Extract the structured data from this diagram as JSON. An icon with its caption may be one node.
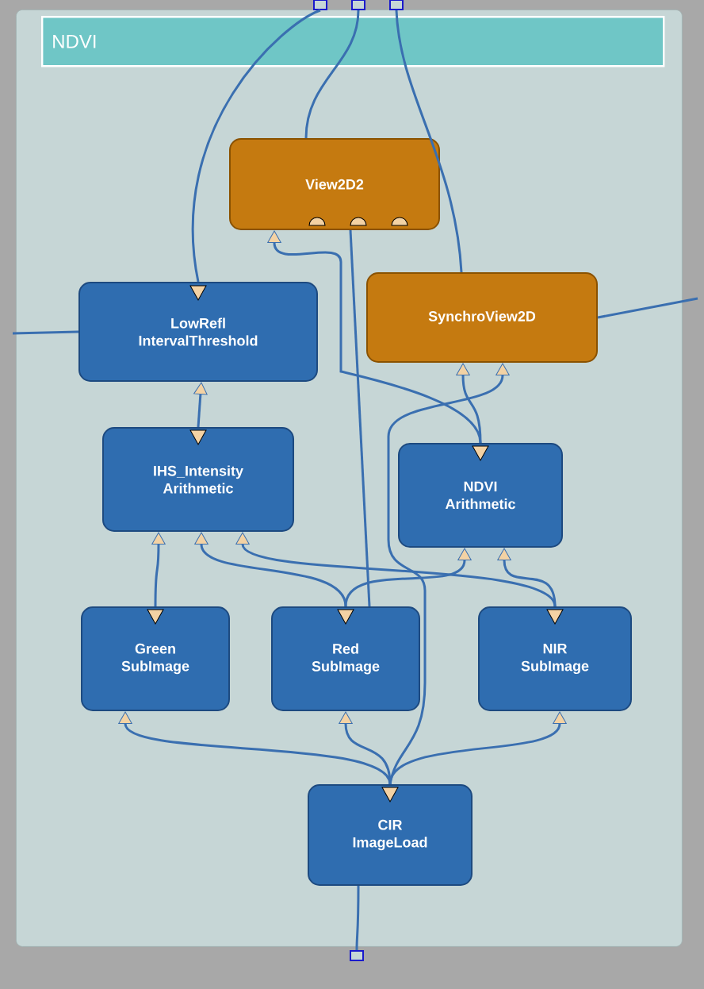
{
  "diagram": {
    "nodes": [
      {
        "text": [
          "NDVI"
        ]
      },
      {
        "text": [
          "View2D2"
        ],
        "in": 0
      },
      {
        "text": [
          "LowRefl IntervalThreshold"
        ],
        "in": 0
      },
      {
        "text": [
          "SynchroView2D"
        ],
        "in": 0
      },
      {
        "text": [
          "IHS_Intensity Arithmetic"
        ],
        "in": 0
      },
      {
        "text": [
          "NDVI Arithmetic"
        ],
        "in": 0
      },
      {
        "text": [
          "Green SubImage"
        ],
        "in": 0
      },
      {
        "text": [
          "Red SubImage"
        ],
        "in": 0
      },
      {
        "text": [
          "NIR SubImage"
        ],
        "in": 0
      },
      {
        "text": [
          "CIR ImageLoad"
        ],
        "in": 0
      },
      {
        "text": [],
        "shape": "box"
      },
      {
        "text": [],
        "shape": "box"
      },
      {
        "text": [],
        "shape": "box"
      },
      {
        "text": [],
        "shape": "box"
      }
    ],
    "edges": [
      {
        "from": 9,
        "to": 6,
        "arrow": "to"
      },
      {
        "from": 9,
        "to": 7,
        "arrow": "to"
      },
      {
        "from": 9,
        "to": 8,
        "arrow": "to"
      },
      {
        "from": 6,
        "to": 4,
        "arrow": "to"
      },
      {
        "from": 7,
        "to": 4,
        "arrow": "to"
      },
      {
        "from": 8,
        "to": 4,
        "arrow": "to"
      },
      {
        "from": 7,
        "to": 5,
        "arrow": "to"
      },
      {
        "from": 8,
        "to": 5,
        "arrow": "to"
      },
      {
        "from": 4,
        "to": 2,
        "arrow": "to"
      },
      {
        "from": 2,
        "to": 10,
        "arrow": "none"
      },
      {
        "from": 5,
        "to": 1,
        "arrow": "to"
      },
      {
        "from": 5,
        "to": 3,
        "arrow": "to"
      },
      {
        "from": 9,
        "to": 3,
        "arrow": "to"
      },
      {
        "from": 7,
        "to": 1,
        "arrow": "none"
      },
      {
        "from": 11,
        "to": 1,
        "arrow": "none"
      },
      {
        "from": 12,
        "to": 3,
        "arrow": "none"
      },
      {
        "from": null,
        "to": 2,
        "arrow": "none"
      },
      {
        "from": 3,
        "to": null,
        "arrow": "none"
      },
      {
        "from": 9,
        "to": 13,
        "arrow": "none"
      }
    ]
  }
}
